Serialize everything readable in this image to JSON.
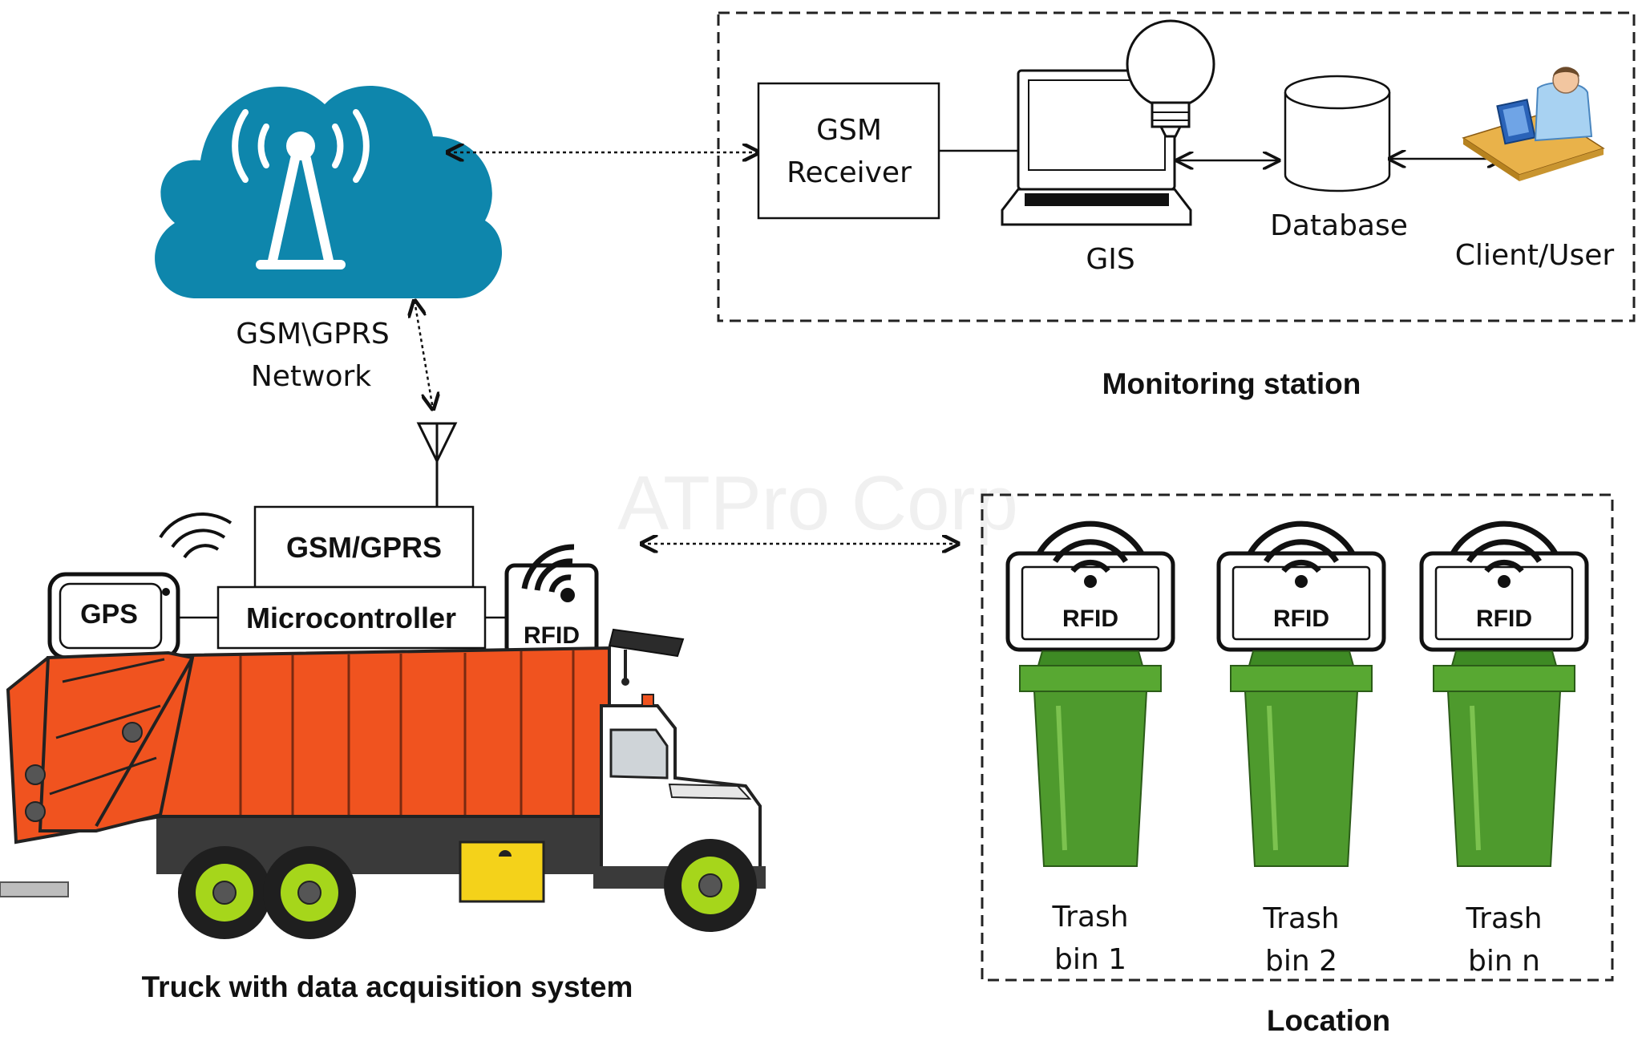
{
  "cloud": {
    "label_line1": "GSM\\GPRS",
    "label_line2": "Network",
    "color": "#0e86ac"
  },
  "monitoring_station": {
    "gsm_receiver_line1": "GSM",
    "gsm_receiver_line2": "Receiver",
    "gis_label": "GIS",
    "database_label": "Database",
    "client_label": "Client/User",
    "caption": "Monitoring station"
  },
  "truck": {
    "gsm_gprs_label": "GSM/GPRS",
    "microcontroller_label": "Microcontroller",
    "gps_label": "GPS",
    "rfid_label": "RFID",
    "caption": "Truck with data acquisition system",
    "body_color": "#f0531f",
    "wheel_color": "#a6d61b"
  },
  "location": {
    "caption": "Location",
    "bin_color": "#4e9a2d",
    "bins": [
      {
        "rfid": "RFID",
        "line1": "Trash",
        "line2": "bin 1"
      },
      {
        "rfid": "RFID",
        "line1": "Trash",
        "line2": "bin 2"
      },
      {
        "rfid": "RFID",
        "line1": "Trash",
        "line2": "bin n"
      }
    ]
  },
  "watermark": "ATPro Corp"
}
